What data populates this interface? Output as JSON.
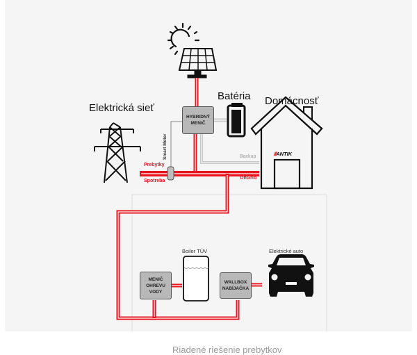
{
  "diagram": {
    "labels": {
      "grid": "Elektrická sieť",
      "battery": "Batéria",
      "household": "Domácnosť",
      "smart_meter": "Smart Meter",
      "surplus": "Prebytky",
      "consumption": "Spotreba",
      "backup": "Backup",
      "ongrid": "OnGrid",
      "boiler": "Boiler TÚV",
      "ev": "Elektrické auto",
      "footer": "Riadené riešenie prebytkov",
      "brand": "ANTIK",
      "brand_bars": "///"
    },
    "boxes": {
      "hybrid_inverter": [
        "HYBRIDNÝ",
        "MENIČ"
      ],
      "water_heater_inverter": [
        "MENIČ",
        "OHREVU",
        "VODY"
      ],
      "wallbox": [
        "WALLBOX",
        "NABÍJAČKA"
      ]
    },
    "colors": {
      "power_line": "#e8141e",
      "backup_line": "#c8c8c8",
      "box_fill": "#b8b8b8",
      "background": "#f5f5f5"
    }
  }
}
